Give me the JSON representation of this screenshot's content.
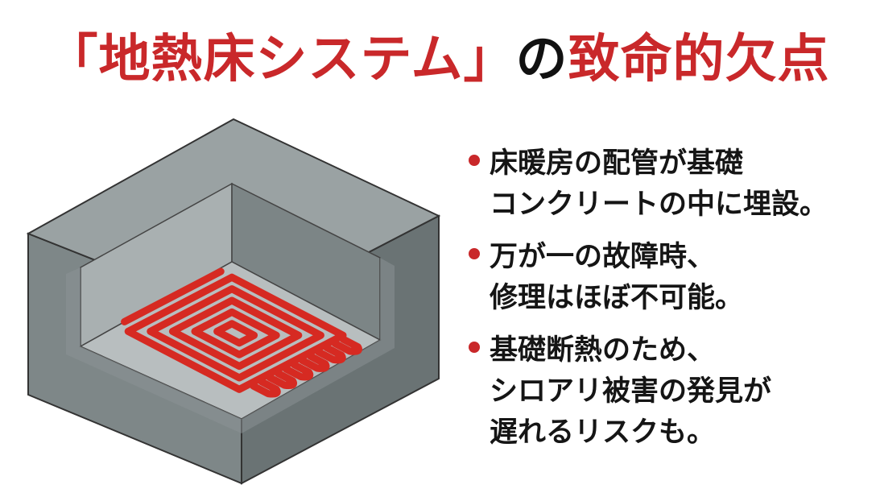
{
  "title": {
    "part1": "「地熱床システム」",
    "part2": "の",
    "part3": "致命的欠点"
  },
  "illustration": {
    "icon": "concrete-slab-with-embedded-heating-pipes",
    "pipe_color": "#d62a22",
    "concrete_color": "#8d9596"
  },
  "bullets": [
    {
      "lines": [
        "床暖房の配管が基礎",
        "コンクリートの中に埋設。"
      ]
    },
    {
      "lines": [
        "万が一の故障時、",
        "修理はほぼ不可能。"
      ]
    },
    {
      "lines": [
        "基礎断熱のため、",
        "シロアリ被害の発見が",
        "遅れるリスクも。"
      ]
    }
  ],
  "colors": {
    "accent": "#c9282a",
    "text": "#151515"
  }
}
